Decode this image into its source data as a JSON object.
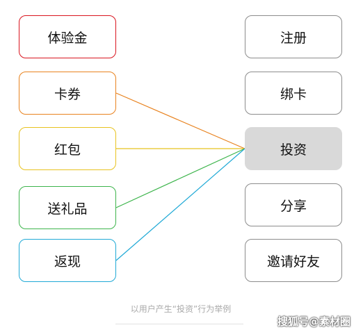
{
  "left_boxes": [
    {
      "label": "体验金",
      "color": "#d9141e"
    },
    {
      "label": "卡券",
      "color": "#e8821e"
    },
    {
      "label": "红包",
      "color": "#e8c21e"
    },
    {
      "label": "送礼品",
      "color": "#3cb44b"
    },
    {
      "label": "返现",
      "color": "#1fa9d6"
    }
  ],
  "right_boxes": [
    {
      "label": "注册",
      "highlighted": false
    },
    {
      "label": "绑卡",
      "highlighted": false
    },
    {
      "label": "投资",
      "highlighted": true
    },
    {
      "label": "分享",
      "highlighted": false
    },
    {
      "label": "邀请好友",
      "highlighted": false
    }
  ],
  "connections": [
    {
      "from": 1,
      "to": 2
    },
    {
      "from": 2,
      "to": 2
    },
    {
      "from": 3,
      "to": 2
    },
    {
      "from": 4,
      "to": 2
    }
  ],
  "caption": "以用户产生“投资”行为举例",
  "watermark": "搜狐号@素材圈",
  "colors": {
    "border": "#8c8c8c",
    "highlight_fill": "#d9d9d9"
  }
}
